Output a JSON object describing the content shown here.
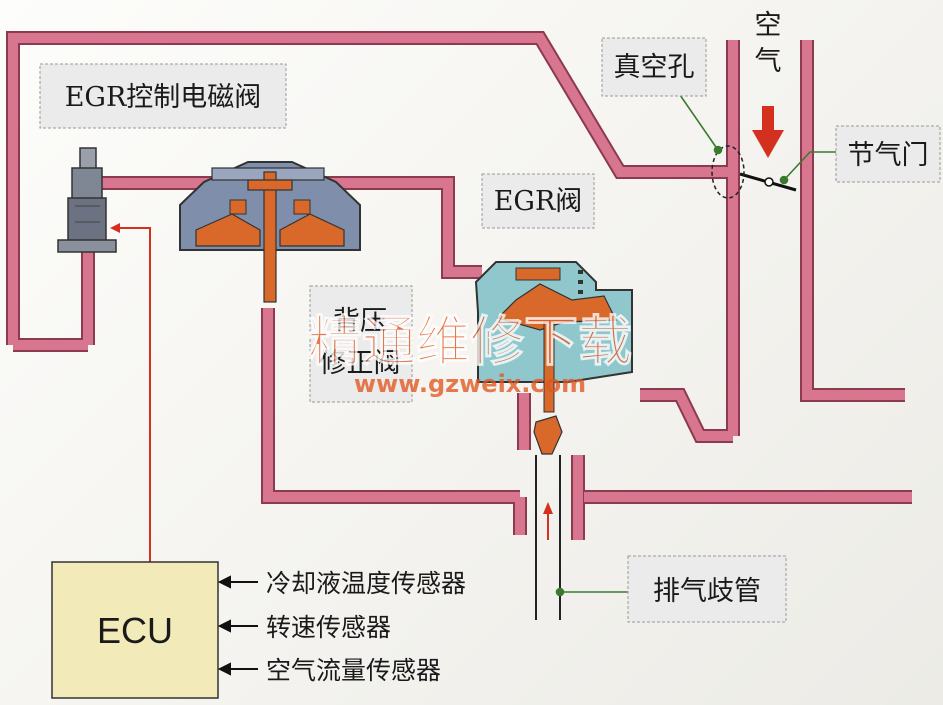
{
  "labels": {
    "egr_solenoid": "EGR控制电磁阀",
    "egr_valve": "EGR阀",
    "vacuum_hole": "真空孔",
    "air_top": "空",
    "air_bottom": "气",
    "throttle": "节气门",
    "backpressure_top": "背压",
    "backpressure_bottom": "修正阀",
    "exhaust_manifold": "排气歧管",
    "ecu": "ECU"
  },
  "sensors": [
    "冷却液温度传感器",
    "转速传感器",
    "空气流量传感器"
  ],
  "watermark": {
    "cn": "精通维修下载",
    "url": "www.gzweix.com"
  },
  "colors": {
    "pipe_fill": "#d9768f",
    "pipe_edge": "#8b3a50",
    "signal_red": "#d4301f",
    "leader_green": "#3a7a2e",
    "valve_body": "#7f8eaa",
    "valve_body_cyan": "#8fc7cc",
    "diaphragm_orange": "#d8692a",
    "ecu_fill": "#f2eab8",
    "watermark_red": "#e2561f"
  }
}
